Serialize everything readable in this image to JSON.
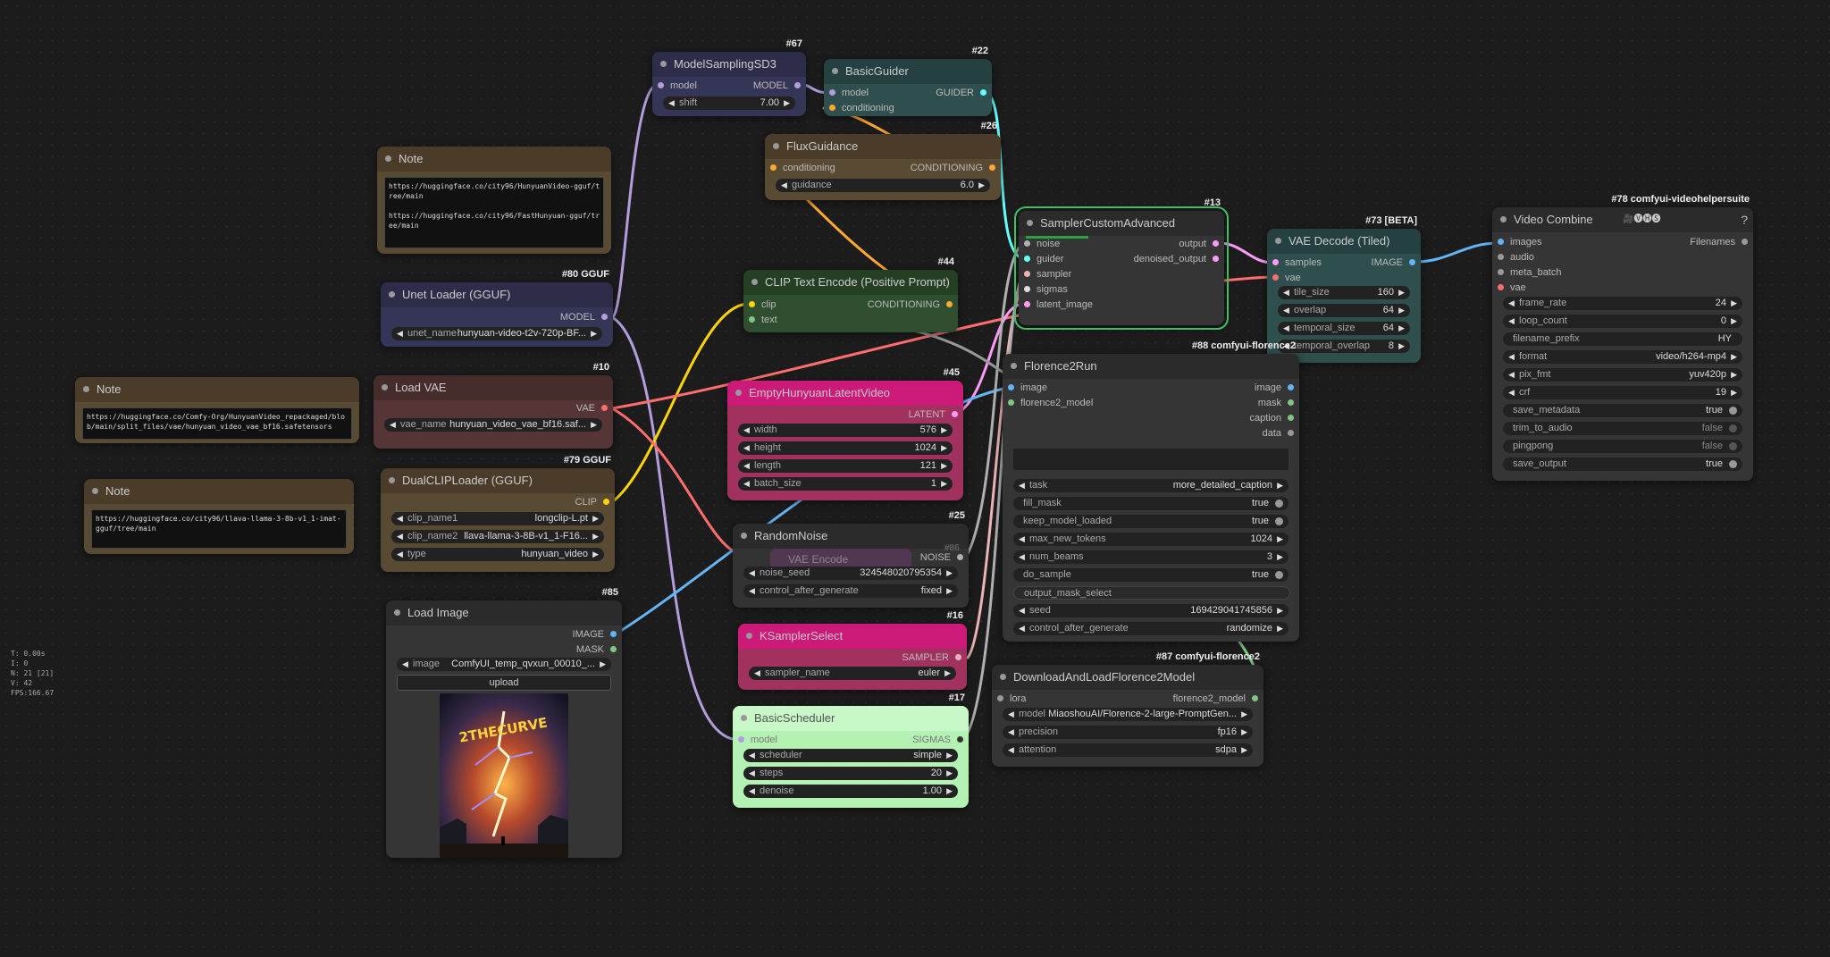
{
  "stats": {
    "t": "T: 0.00s",
    "i": "I: 0",
    "n": "N: 21 [21]",
    "v": "V: 42",
    "fps": "FPS:166.67"
  },
  "nodes": {
    "model_sampling": {
      "id": "#67",
      "title": "ModelSamplingSD3",
      "in_model": "model",
      "out_model": "MODEL",
      "shift_label": "shift",
      "shift_value": "7.00"
    },
    "basic_guider": {
      "id": "#22",
      "title": "BasicGuider",
      "in_model": "model",
      "in_cond": "conditioning",
      "out_guider": "GUIDER"
    },
    "flux_guidance": {
      "id": "#26",
      "title": "FluxGuidance",
      "in_cond": "conditioning",
      "out_cond": "CONDITIONING",
      "guidance_label": "guidance",
      "guidance_value": "6.0"
    },
    "note1": {
      "title": "Note",
      "text": "https://huggingface.co/city96/HunyuanVideo-gguf/tree/main\n\nhttps://huggingface.co/city96/FastHunyuan-gguf/tree/main"
    },
    "unet_loader": {
      "id": "#80 GGUF",
      "title": "Unet Loader (GGUF)",
      "out_model": "MODEL",
      "unet_label": "unet_name",
      "unet_value": "hunyuan-video-t2v-720p-BF..."
    },
    "clip_text_encode": {
      "id": "#44",
      "title": "CLIP Text Encode (Positive Prompt)",
      "in_clip": "clip",
      "in_text": "text",
      "out_cond": "CONDITIONING"
    },
    "note2": {
      "title": "Note",
      "text": "https://huggingface.co/Comfy-Org/HunyuanVideo_repackaged/blob/main/split_files/vae/hunyuan_video_vae_bf16.safetensors"
    },
    "load_vae": {
      "id": "#10",
      "title": "Load VAE",
      "out_vae": "VAE",
      "vae_label": "vae_name",
      "vae_value": "hunyuan_video_vae_bf16.saf..."
    },
    "note3": {
      "title": "Note",
      "text": "https://huggingface.co/city96/llava-llama-3-8b-v1_1-imat-gguf/tree/main"
    },
    "dual_clip": {
      "id": "#79 GGUF",
      "title": "DualCLIPLoader (GGUF)",
      "out_clip": "CLIP",
      "clip1_label": "clip_name1",
      "clip1_value": "longclip-L.pt",
      "clip2_label": "clip_name2",
      "clip2_value": "llava-llama-3-8B-v1_1-F16...",
      "type_label": "type",
      "type_value": "hunyuan_video"
    },
    "empty_latent": {
      "id": "#45",
      "title": "EmptyHunyuanLatentVideo",
      "out_latent": "LATENT",
      "width_label": "width",
      "width_value": "576",
      "height_label": "height",
      "height_value": "1024",
      "length_label": "length",
      "length_value": "121",
      "batch_label": "batch_size",
      "batch_value": "1"
    },
    "random_noise": {
      "id": "#25",
      "title": "RandomNoise",
      "out_noise": "NOISE",
      "ghost_title": "VAE Encode",
      "ghost_id": "#86",
      "seed_label": "noise_seed",
      "seed_value": "324548020795354",
      "cag_label": "control_after_generate",
      "cag_value": "fixed"
    },
    "ksampler_select": {
      "id": "#16",
      "title": "KSamplerSelect",
      "out_sampler": "SAMPLER",
      "sampler_label": "sampler_name",
      "sampler_value": "euler"
    },
    "basic_scheduler": {
      "id": "#17",
      "title": "BasicScheduler",
      "in_model": "model",
      "out_sigmas": "SIGMAS",
      "scheduler_label": "scheduler",
      "scheduler_value": "simple",
      "steps_label": "steps",
      "steps_value": "20",
      "denoise_label": "denoise",
      "denoise_value": "1.00"
    },
    "load_image": {
      "id": "#85",
      "title": "Load Image",
      "out_image": "IMAGE",
      "out_mask": "MASK",
      "image_label": "image",
      "image_value": "ComfyUI_temp_qvxun_00010_...",
      "upload_label": "upload",
      "preview_text": "2THECURVE"
    },
    "sampler_custom": {
      "id": "#13",
      "title": "SamplerCustomAdvanced",
      "in_noise": "noise",
      "in_guider": "guider",
      "in_sampler": "sampler",
      "in_sigmas": "sigmas",
      "in_latent": "latent_image",
      "out_output": "output",
      "out_denoised": "denoised_output"
    },
    "vae_decode": {
      "id": "#73 [BETA]",
      "title": "VAE Decode (Tiled)",
      "in_samples": "samples",
      "in_vae": "vae",
      "out_image": "IMAGE",
      "tile_label": "tile_size",
      "tile_value": "160",
      "overlap_label": "overlap",
      "overlap_value": "64",
      "tsize_label": "temporal_size",
      "tsize_value": "64",
      "toverlap_label": "temporal_overlap",
      "toverlap_value": "8"
    },
    "florence_run": {
      "id": "#88 comfyui-florence2",
      "title": "Florence2Run",
      "in_image": "image",
      "in_model": "florence2_model",
      "out_image": "image",
      "out_mask": "mask",
      "out_caption": "caption",
      "out_data": "data",
      "task_label": "task",
      "task_value": "more_detailed_caption",
      "fill_label": "fill_mask",
      "fill_value": "true",
      "keep_label": "keep_model_loaded",
      "keep_value": "true",
      "maxtok_label": "max_new_tokens",
      "maxtok_value": "1024",
      "beams_label": "num_beams",
      "beams_value": "3",
      "dosample_label": "do_sample",
      "dosample_value": "true",
      "oms_label": "output_mask_select",
      "seed_label": "seed",
      "seed_value": "169429041745856",
      "cag_label": "control_after_generate",
      "cag_value": "randomize"
    },
    "video_combine": {
      "id": "#78 comfyui-videohelpersuite",
      "title": "Video Combine",
      "title_icons": "🎥🅥🅗🅢",
      "help": "?",
      "in_images": "images",
      "in_audio": "audio",
      "in_meta": "meta_batch",
      "in_vae": "vae",
      "out_filenames": "Filenames",
      "fr_label": "frame_rate",
      "fr_value": "24",
      "loop_label": "loop_count",
      "loop_value": "0",
      "prefix_label": "filename_prefix",
      "prefix_value": "HY",
      "format_label": "format",
      "format_value": "video/h264-mp4",
      "pix_label": "pix_fmt",
      "pix_value": "yuv420p",
      "crf_label": "crf",
      "crf_value": "19",
      "meta_label": "save_metadata",
      "meta_value": "true",
      "trim_label": "trim_to_audio",
      "trim_value": "false",
      "ping_label": "pingpong",
      "ping_value": "false",
      "save_label": "save_output",
      "save_value": "true"
    },
    "florence_load": {
      "id": "#87 comfyui-florence2",
      "title": "DownloadAndLoadFlorence2Model",
      "in_lora": "lora",
      "out_model": "florence2_model",
      "model_label": "model",
      "model_value": "MiaoshouAI/Florence-2-large-PromptGen...",
      "precision_label": "precision",
      "precision_value": "fp16",
      "attention_label": "attention",
      "attention_value": "sdpa"
    }
  },
  "colors": {
    "model": "#b39ddb",
    "conditioning": "#ffa931",
    "clip": "#ffd500",
    "vae": "#ff6e6e",
    "latent": "#ff9cf9",
    "image": "#64b5f6",
    "guider": "#66ffff",
    "noise": "#b0b0b0",
    "mask": "#81c784",
    "sampler": "#ecb4b4"
  }
}
